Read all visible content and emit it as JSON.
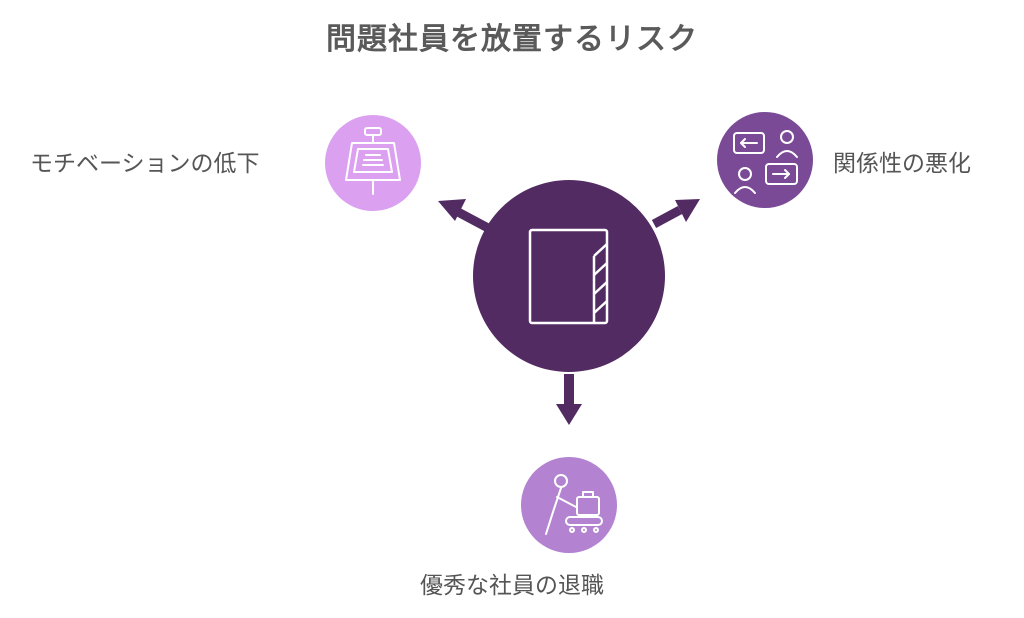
{
  "title": "問題社員を放置するリスク",
  "center": {
    "icon": "book-icon"
  },
  "nodes": [
    {
      "label": "モチベーションの低下",
      "icon": "presentation-board-icon",
      "color": "#dca0f0"
    },
    {
      "label": "関係性の悪化",
      "icon": "conversation-exchange-icon",
      "color": "#7b4a96"
    },
    {
      "label": "優秀な社員の退職",
      "icon": "baggage-conveyor-person-icon",
      "color": "#b382d0"
    }
  ],
  "colors": {
    "center": "#532b63",
    "arrow": "#532b63",
    "text": "#555555",
    "title": "#5a5a5a"
  }
}
